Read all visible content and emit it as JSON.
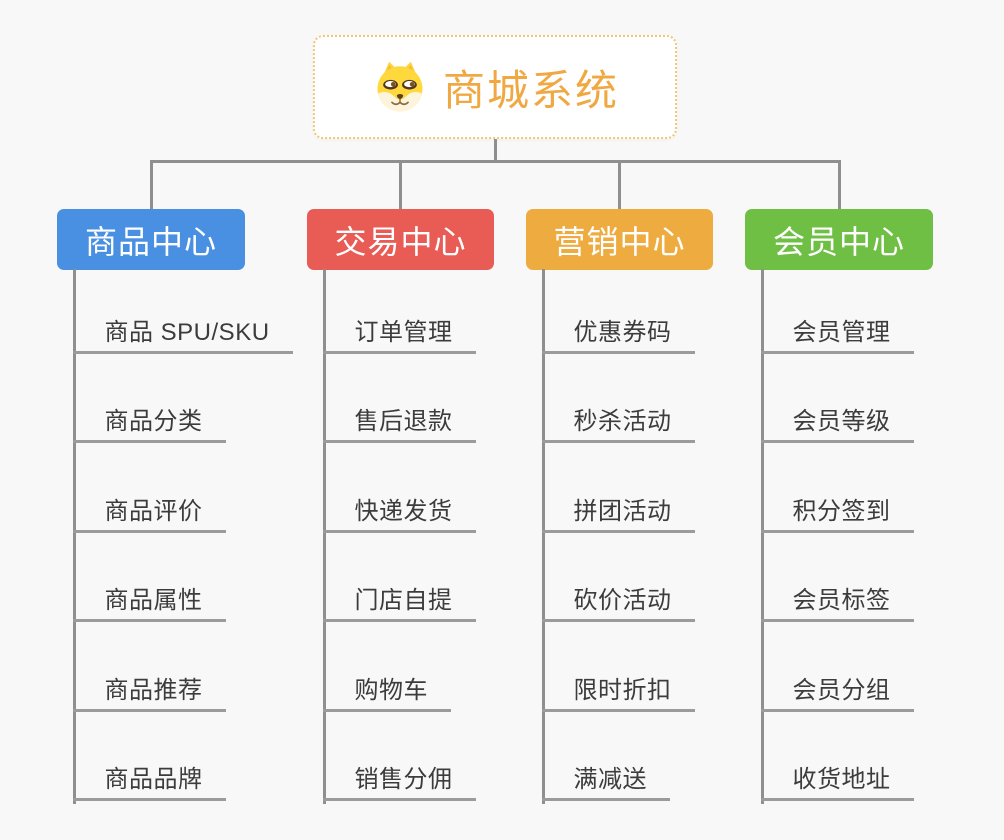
{
  "root": {
    "title": "商城系统",
    "icon": "dog-face-icon"
  },
  "branches": [
    {
      "label": "商品中心",
      "color": "#4A90E2",
      "items": [
        "商品 SPU/SKU",
        "商品分类",
        "商品评价",
        "商品属性",
        "商品推荐",
        "商品品牌"
      ]
    },
    {
      "label": "交易中心",
      "color": "#E85C55",
      "items": [
        "订单管理",
        "售后退款",
        "快递发货",
        "门店自提",
        "购物车",
        "销售分佣"
      ]
    },
    {
      "label": "营销中心",
      "color": "#EEAC40",
      "items": [
        "优惠券码",
        "秒杀活动",
        "拼团活动",
        "砍价活动",
        "限时折扣",
        "满减送"
      ]
    },
    {
      "label": "会员中心",
      "color": "#6FBF44",
      "items": [
        "会员管理",
        "会员等级",
        "积分签到",
        "会员标签",
        "会员分组",
        "收货地址"
      ]
    }
  ],
  "colors": {
    "background": "#F8F8F8",
    "connector": "#8F8F8F",
    "leaf_underline": "#9B9B9B",
    "leaf_text": "#3C3C3C",
    "root_text": "#F0A843",
    "root_border": "#F3C577",
    "header_text": "#FFFFFF"
  }
}
